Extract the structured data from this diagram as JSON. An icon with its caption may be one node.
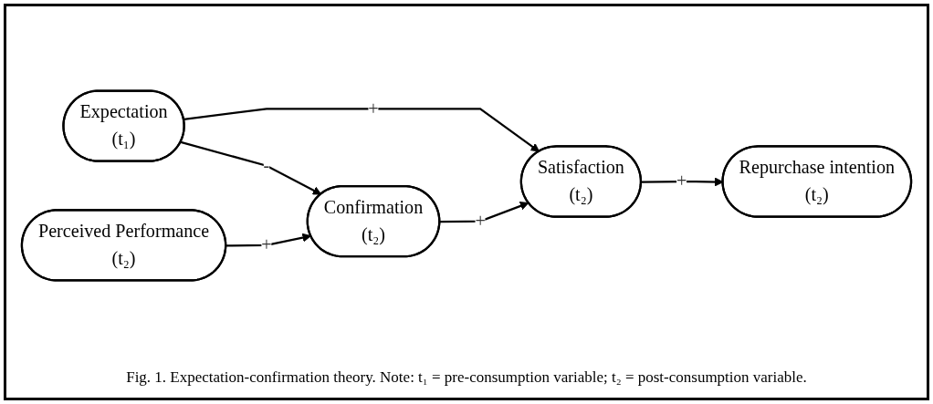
{
  "diagram": {
    "caption": "Fig. 1. Expectation-confirmation theory. Note: t₁ = pre-consumption variable; t₂ = post-consumption variable.",
    "nodes": [
      {
        "text": [
          "Expectation",
          "(t₁)"
        ]
      },
      {
        "text": [
          "Perceived Performance",
          "(t₂)"
        ]
      },
      {
        "text": [
          "Confirmation",
          "(t₂)"
        ]
      },
      {
        "text": [
          "Satisfaction",
          "(t₂)"
        ]
      },
      {
        "text": [
          "Repurchase intention",
          "(t₂)"
        ]
      }
    ],
    "edges": [
      {
        "from": 0,
        "to": 2,
        "arrow": "to",
        "label": "-"
      },
      {
        "from": 1,
        "to": 2,
        "arrow": "to",
        "label": "+"
      },
      {
        "from": 0,
        "to": 3,
        "arrow": "to",
        "label": "+"
      },
      {
        "from": 2,
        "to": 3,
        "arrow": "to",
        "label": "+"
      },
      {
        "from": 3,
        "to": 4,
        "arrow": "to",
        "label": "+"
      }
    ]
  }
}
